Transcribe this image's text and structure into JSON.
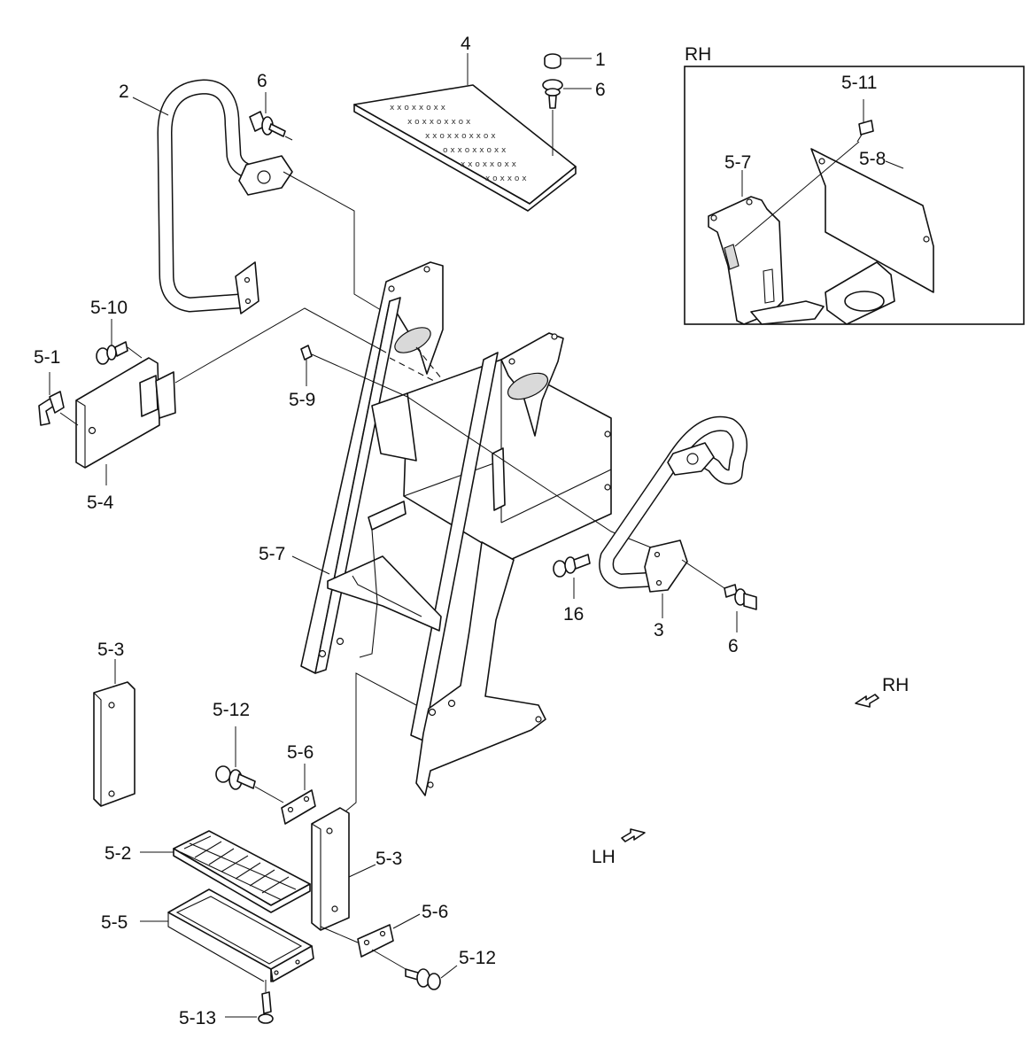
{
  "labels": {
    "l1": "1",
    "l2": "2",
    "l3": "3",
    "l4": "4",
    "l6a": "6",
    "l6b": "6",
    "l6c": "6",
    "l16": "16",
    "l5_1": "5-1",
    "l5_2": "5-2",
    "l5_3a": "5-3",
    "l5_3b": "5-3",
    "l5_4": "5-4",
    "l5_5": "5-5",
    "l5_6a": "5-6",
    "l5_6b": "5-6",
    "l5_7": "5-7",
    "l5_9": "5-9",
    "l5_10": "5-10",
    "l5_12a": "5-12",
    "l5_12b": "5-12",
    "l5_13": "5-13",
    "inset_title": "RH",
    "inset_5_7": "5-7",
    "inset_5_8": "5-8",
    "inset_5_11": "5-11"
  },
  "directions": {
    "rh": "RH",
    "lh": "LH"
  }
}
